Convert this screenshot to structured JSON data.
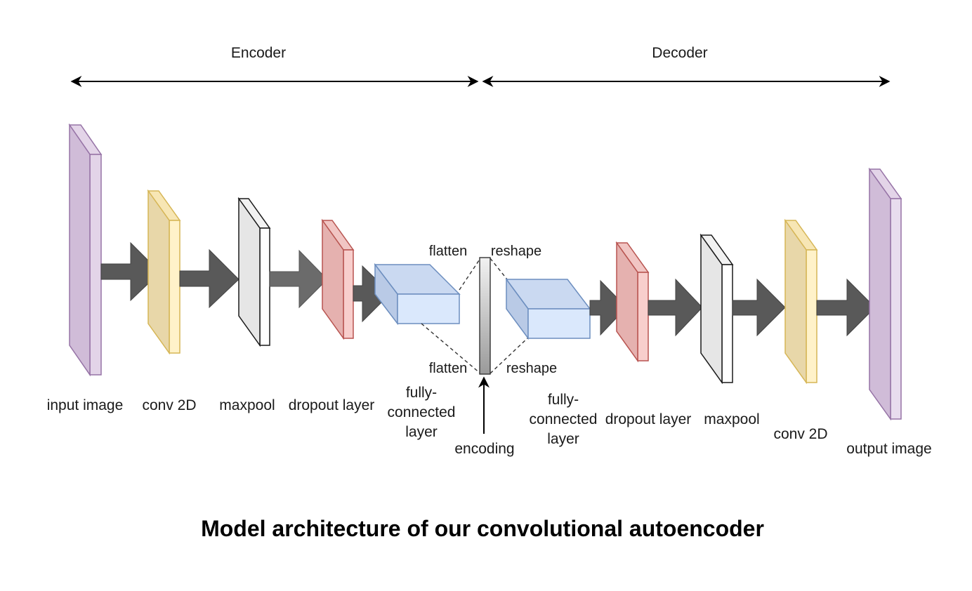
{
  "header": {
    "encoder": "Encoder",
    "decoder": "Decoder"
  },
  "labels": {
    "input_image": "input image",
    "conv_left": "conv 2D",
    "maxpool_left": "maxpool",
    "dropout_left": "dropout layer",
    "fc_left": [
      "fully-",
      "connected",
      "layer"
    ],
    "flatten_top": "flatten",
    "flatten_bottom": "flatten",
    "reshape_top": "reshape",
    "reshape_bottom": "reshape",
    "encoding": "encoding",
    "fc_right": [
      "fully-",
      "connected",
      "layer"
    ],
    "dropout_right": "dropout layer",
    "maxpool_right": "maxpool",
    "conv_right": "conv 2D",
    "output_image": "output image"
  },
  "caption": "Model architecture of our convolutional autoencoder",
  "colors": {
    "input_fill": "#d5c0db",
    "input_stroke": "#9673a6",
    "conv_fill": "#eddaa8",
    "conv_stroke": "#d6b656",
    "maxpool_fill": "#e6e6e6",
    "maxpool_stroke": "#1a1a1a",
    "dropout_fill": "#eab4b2",
    "dropout_stroke": "#b85450",
    "fc_fill": "#c9d8f0",
    "fc_stroke": "#6c8ebf",
    "arrow": "#595959"
  }
}
